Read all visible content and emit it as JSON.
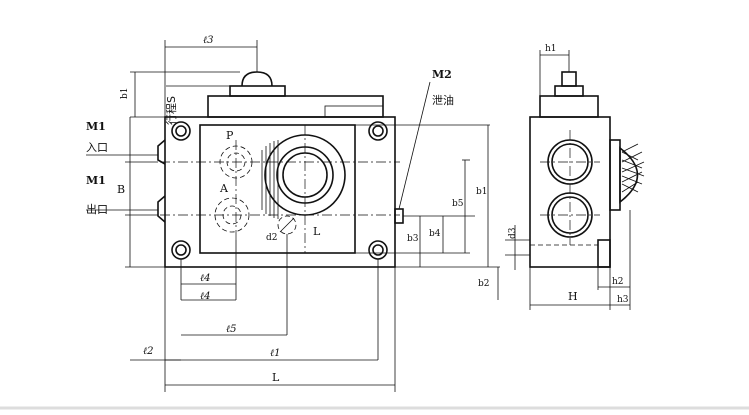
{
  "labels": {
    "l3": "ℓ3",
    "b1_top": "b1",
    "stroke": "行程S",
    "m2": "M2",
    "drain": "泄油",
    "m1_in": "M1",
    "inlet": "入口",
    "m1_out": "M1",
    "b": "B",
    "outlet": "出口",
    "p": "P",
    "a": "A",
    "d2": "d2",
    "L_port": "L",
    "b3": "b3",
    "b4": "b4",
    "b5": "b5",
    "b1_right": "b1",
    "b2": "b2",
    "l4a": "ℓ4",
    "l4b": "ℓ4",
    "l5": "ℓ5",
    "l2": "ℓ2",
    "l1": "ℓ1",
    "L": "L",
    "h1": "h1",
    "d3": "d3",
    "h2": "h2",
    "H": "H",
    "h3": "h3"
  }
}
